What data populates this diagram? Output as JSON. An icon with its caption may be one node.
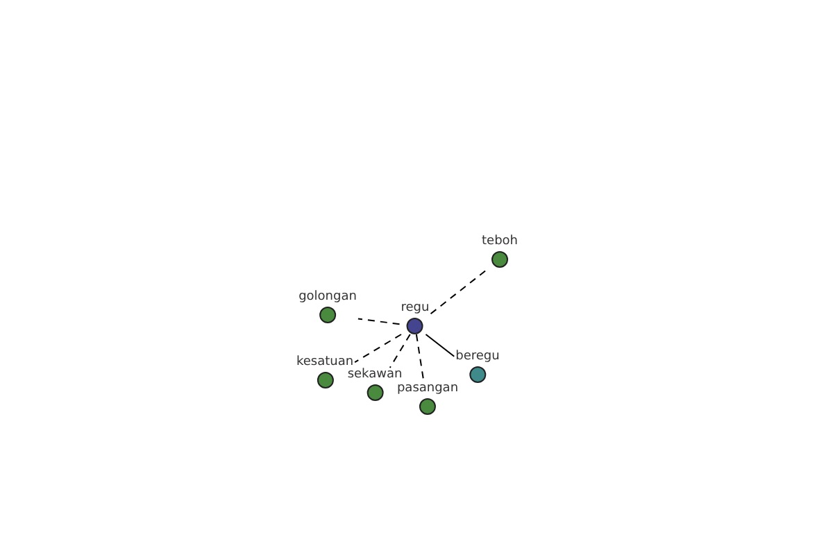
{
  "diagram": {
    "nodes": [
      {
        "text": [
          "teboh"
        ]
      },
      {
        "text": [
          "golongan"
        ]
      },
      {
        "text": [
          "regu"
        ]
      },
      {
        "text": [
          "beregu"
        ]
      },
      {
        "text": [
          "kesatuan"
        ]
      },
      {
        "text": [
          "sekawan"
        ]
      },
      {
        "text": [
          "pasangan"
        ]
      }
    ],
    "edges": [
      {
        "from": 2,
        "to": 0,
        "arrow": "none",
        "style": "dashed"
      },
      {
        "from": 2,
        "to": 1,
        "arrow": "none",
        "style": "dashed"
      },
      {
        "from": 2,
        "to": 3,
        "arrow": "none"
      },
      {
        "from": 2,
        "to": 4,
        "arrow": "none",
        "style": "dashed"
      },
      {
        "from": 2,
        "to": 5,
        "arrow": "none",
        "style": "dashed"
      },
      {
        "from": 2,
        "to": 6,
        "arrow": "none",
        "style": "dashed"
      }
    ]
  }
}
